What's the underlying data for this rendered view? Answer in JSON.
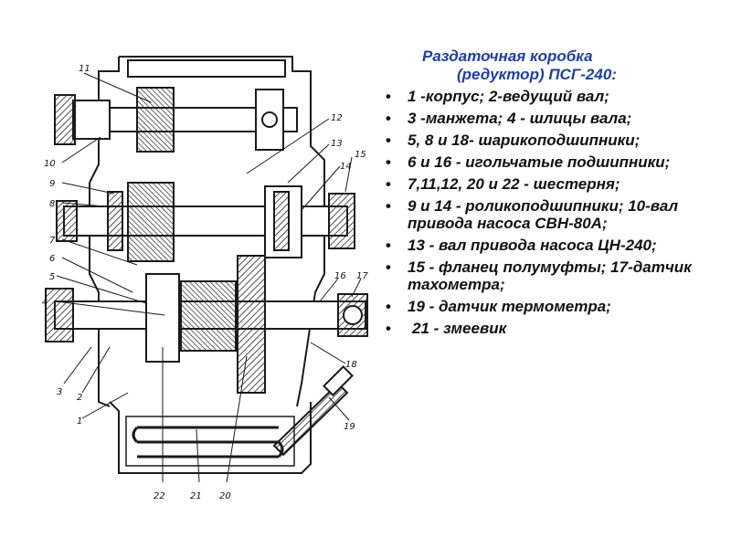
{
  "title_line1": "Раздаточная коробка",
  "title_line2": "(редуктор) ПСГ-240:",
  "legend": [
    "1 -корпус; 2-ведущий вал;",
    "3 -манжета; 4 - шлицы вала;",
    "5, 8 и 18- шарикоподшипники;",
    "6 и 16 - игольчатые подшипники;",
    "7,11,12, 20 и 22 - шестерня;",
    "9 и 14 - роликоподшипники; 10-вал привода насоса СВН-80А;",
    "13 - вал привода насоса ЦН-240;",
    "15 - фланец полумуфты; 17-датчик тахометра;",
    "19 - датчик термометра;",
    "21 - змеевик"
  ],
  "callouts": [
    "11",
    "12",
    "13",
    "14",
    "15",
    "10",
    "9",
    "8",
    "7",
    "6",
    "5",
    "4",
    "3",
    "2",
    "1",
    "16",
    "17",
    "18",
    "19",
    "22",
    "21",
    "20"
  ],
  "colors": {
    "title": "#1f3fa8",
    "text": "#111111",
    "line": "#1a1a1a"
  }
}
